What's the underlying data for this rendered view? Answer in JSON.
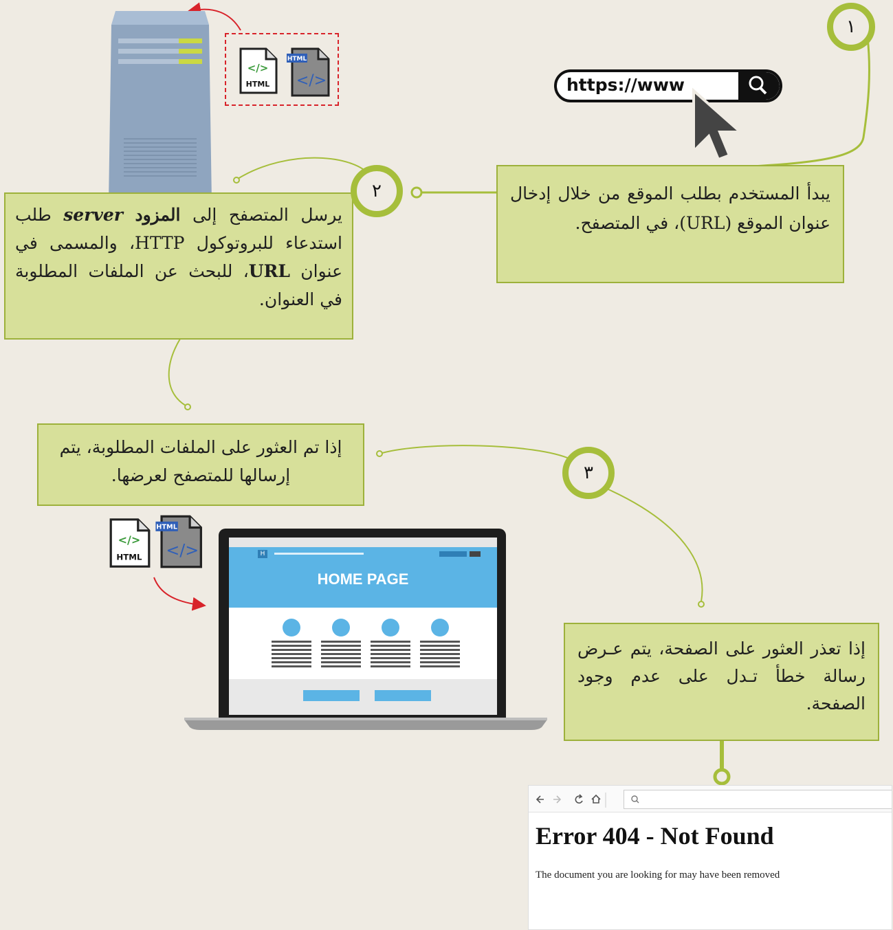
{
  "steps": {
    "step1": {
      "number": "١",
      "text": "يبدأ المستخدم بطلب الموقع من خلال إدخال عنوان الموقع (URL)، في المتصفح.",
      "address_bar_text": "https://www"
    },
    "step2": {
      "number": "٢",
      "text_parts": [
        "يرسل المتصفح إلى ",
        "المزود",
        " ",
        "server",
        " طلب استدعاء للبروتوكول HTTP، والمسمى في عنوان ",
        "URL",
        "، للبحث عن الملفات المطلوبة في العنوان."
      ]
    },
    "step3": {
      "number": "٣",
      "found_text": "إذا تم العثور على الملفات المطلوبة، يتم إرسالها للمتصفح لعرضها.",
      "not_found_text": "إذا تعذر العثور على الصفحة، يتم عـرض رسالة خطأ تـدل على عدم وجود الصفحة."
    }
  },
  "file_icons": {
    "tag": "</>",
    "label": "HTML"
  },
  "laptop": {
    "hero_text": "HOME PAGE",
    "brand_letter": "H"
  },
  "error_browser": {
    "nav_icons": [
      "back-arrow-icon",
      "forward-arrow-icon",
      "reload-icon",
      "home-icon",
      "search-icon"
    ],
    "heading": "Error 404 - Not Found",
    "message": "The document you are looking for may have been removed"
  },
  "colors": {
    "box_fill": "#d7e09a",
    "box_border": "#9db13b",
    "accent_green": "#a6be3b",
    "arrow_red": "#d8232a",
    "hero_blue": "#5bb4e5"
  }
}
